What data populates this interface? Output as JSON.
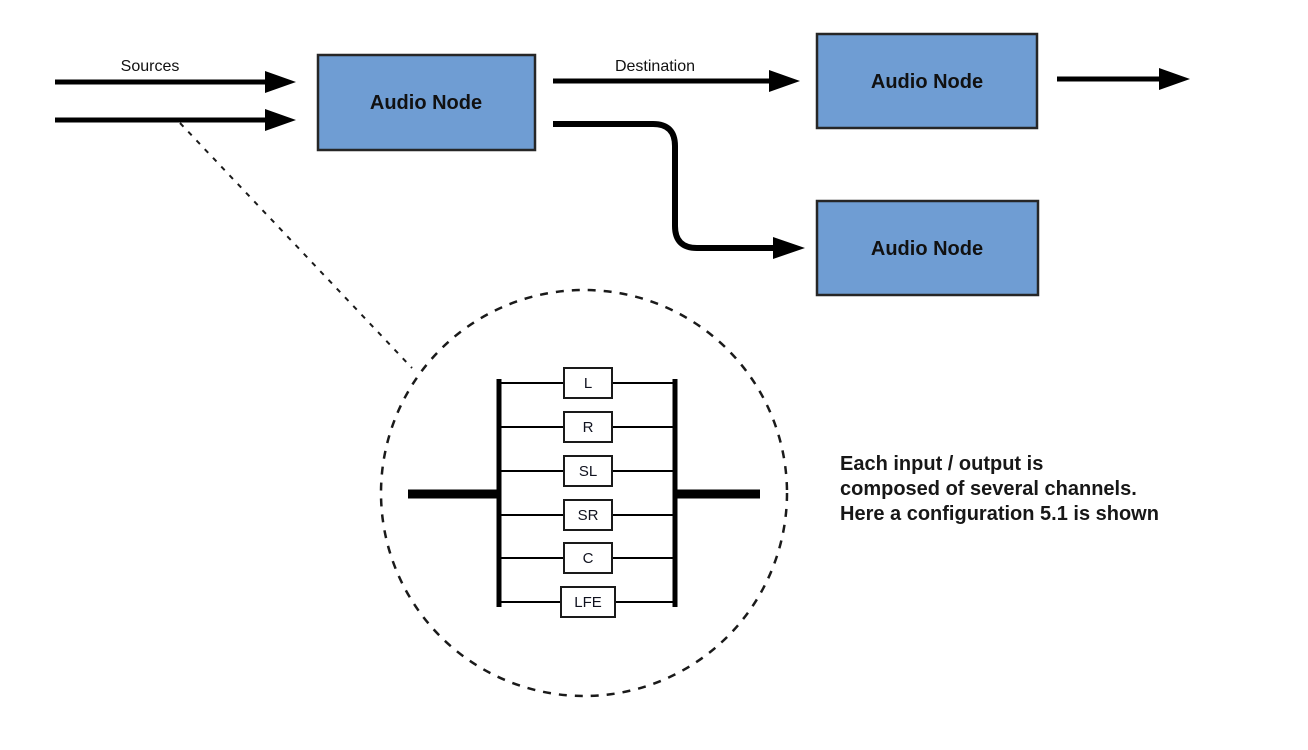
{
  "diagram": {
    "labels": {
      "sources": "Sources",
      "destination": "Destination"
    },
    "nodes": [
      {
        "label": "Audio Node"
      },
      {
        "label": "Audio Node"
      },
      {
        "label": "Audio Node"
      }
    ],
    "channels": [
      "L",
      "R",
      "SL",
      "SR",
      "C",
      "LFE"
    ],
    "annotation": {
      "line1": "Each input / output is",
      "line2": "composed of several channels.",
      "line3": "Here a configuration 5.1 is shown"
    },
    "colors": {
      "node_fill": "#6f9dd3",
      "node_border": "#262626",
      "line": "#000000",
      "background": "#ffffff"
    }
  }
}
